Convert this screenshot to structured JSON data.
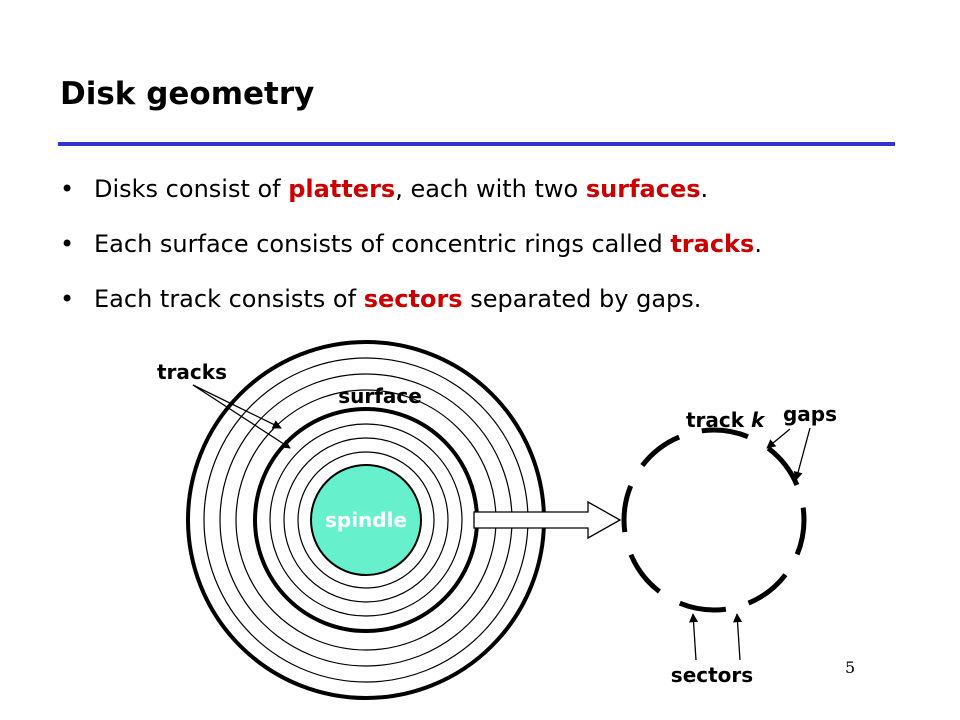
{
  "slide": {
    "title": "Disk geometry",
    "bullet_symbol": "•",
    "bullets": [
      {
        "parts": [
          "Disks consist of ",
          "platters",
          ", each with two ",
          "surfaces",
          "."
        ]
      },
      {
        "parts": [
          "Each surface consists of concentric rings called ",
          "tracks",
          "."
        ]
      },
      {
        "parts": [
          "Each track consists of ",
          "sectors",
          " separated by gaps."
        ]
      }
    ],
    "highlight_color": "#cc0000",
    "rule_color": "#3333cc",
    "page_number": "5"
  },
  "diagram": {
    "spindle_label": "spindle",
    "spindle_color": "#66f0cc",
    "surface_label": "surface",
    "tracks_label": "tracks",
    "track_label": "track ",
    "track_var": "k",
    "gaps_label": "gaps",
    "sectors_label": "sectors"
  }
}
